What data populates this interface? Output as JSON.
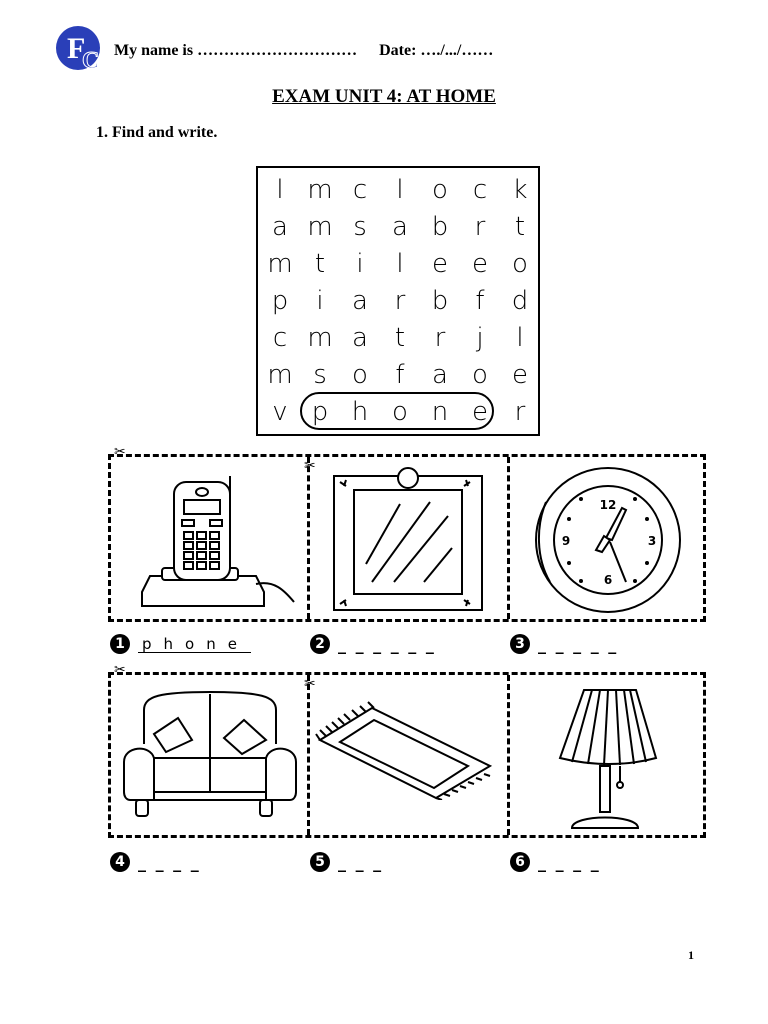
{
  "header": {
    "logo_text": "FC",
    "name_label": "My name is",
    "name_dots": "…………………………",
    "date_label": "Date:",
    "date_value": "…./.../……"
  },
  "title": "EXAM UNIT 4: AT HOME",
  "instruction": "1.  Find and write.",
  "word_search": {
    "rows": [
      [
        "l",
        "m",
        "c",
        "l",
        "o",
        "c",
        "k"
      ],
      [
        "a",
        "m",
        "s",
        "a",
        "b",
        "r",
        "t"
      ],
      [
        "m",
        "t",
        "i",
        "l",
        "e",
        "e",
        "o"
      ],
      [
        "p",
        "i",
        "a",
        "r",
        "b",
        "f",
        "d"
      ],
      [
        "c",
        "m",
        "a",
        "t",
        "r",
        "j",
        "l"
      ],
      [
        "m",
        "s",
        "o",
        "f",
        "a",
        "o",
        "e"
      ],
      [
        "v",
        "p",
        "h",
        "o",
        "n",
        "e",
        "r"
      ]
    ],
    "circled_word": "phone"
  },
  "items": [
    {
      "number": "1",
      "picture": "phone-icon",
      "answer": "phone",
      "blanks": ""
    },
    {
      "number": "2",
      "picture": "mirror-icon",
      "answer": "",
      "blanks": "_ _ _ _ _ _"
    },
    {
      "number": "3",
      "picture": "clock-icon",
      "answer": "",
      "blanks": "_ _ _ _ _"
    },
    {
      "number": "4",
      "picture": "sofa-icon",
      "answer": "",
      "blanks": "_ _ _ _"
    },
    {
      "number": "5",
      "picture": "mat-icon",
      "answer": "",
      "blanks": "_ _ _"
    },
    {
      "number": "6",
      "picture": "lamp-icon",
      "answer": "",
      "blanks": "_ _ _ _"
    }
  ],
  "page_number": "1"
}
